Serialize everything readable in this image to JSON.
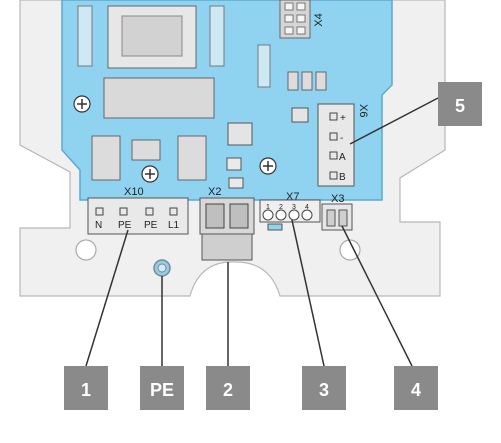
{
  "connectors": {
    "x4": "X4",
    "x6": "X6",
    "x10": "X10",
    "x2": "X2",
    "x7": "X7",
    "x3": "X3"
  },
  "x6_pins": [
    "+",
    "-",
    "A",
    "B"
  ],
  "x10_pins": [
    "N",
    "PE",
    "PE",
    "L1"
  ],
  "x7_pins": [
    "1",
    "2",
    "3",
    "4"
  ],
  "callouts": {
    "c1": "1",
    "cpe": "PE",
    "c2": "2",
    "c3": "3",
    "c4": "4",
    "c5": "5"
  },
  "colors": {
    "board": "#8fd3f1",
    "callout_bg": "#8a8a8a",
    "housing": "#f0f0f0"
  }
}
